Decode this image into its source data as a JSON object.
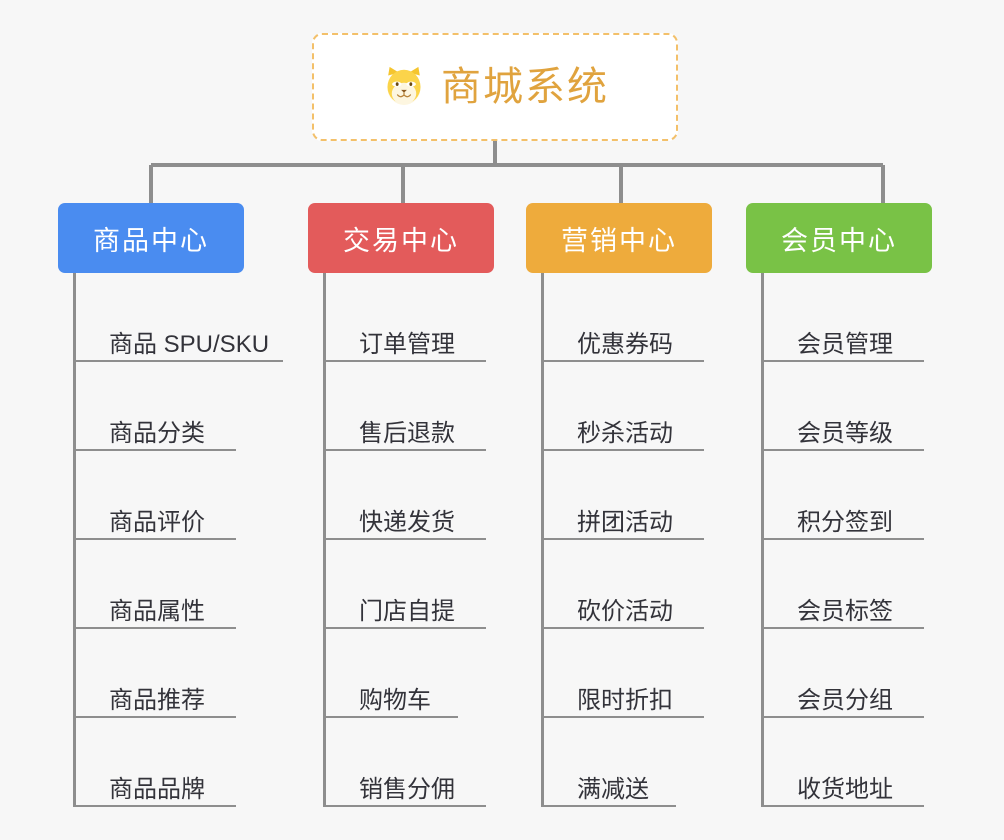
{
  "root": {
    "title": "商城系统",
    "icon": "shiba-dog-icon",
    "title_color": "#e0a33e",
    "border_color": "#f3c06a"
  },
  "categories": [
    {
      "label": "商品中心",
      "color": "#4a8cf0",
      "items": [
        "商品 SPU/SKU",
        "商品分类",
        "商品评价",
        "商品属性",
        "商品推荐",
        "商品品牌"
      ]
    },
    {
      "label": "交易中心",
      "color": "#e35b5b",
      "items": [
        "订单管理",
        "售后退款",
        "快递发货",
        "门店自提",
        "购物车",
        "销售分佣"
      ]
    },
    {
      "label": "营销中心",
      "color": "#eeab3c",
      "items": [
        "优惠券码",
        "秒杀活动",
        "拼团活动",
        "砍价活动",
        "限时折扣",
        "满减送"
      ]
    },
    {
      "label": "会员中心",
      "color": "#79c246",
      "items": [
        "会员管理",
        "会员等级",
        "积分签到",
        "会员标签",
        "会员分组",
        "收货地址"
      ]
    }
  ],
  "connector_color": "#8e8e8e",
  "background_color": "#f7f7f7"
}
